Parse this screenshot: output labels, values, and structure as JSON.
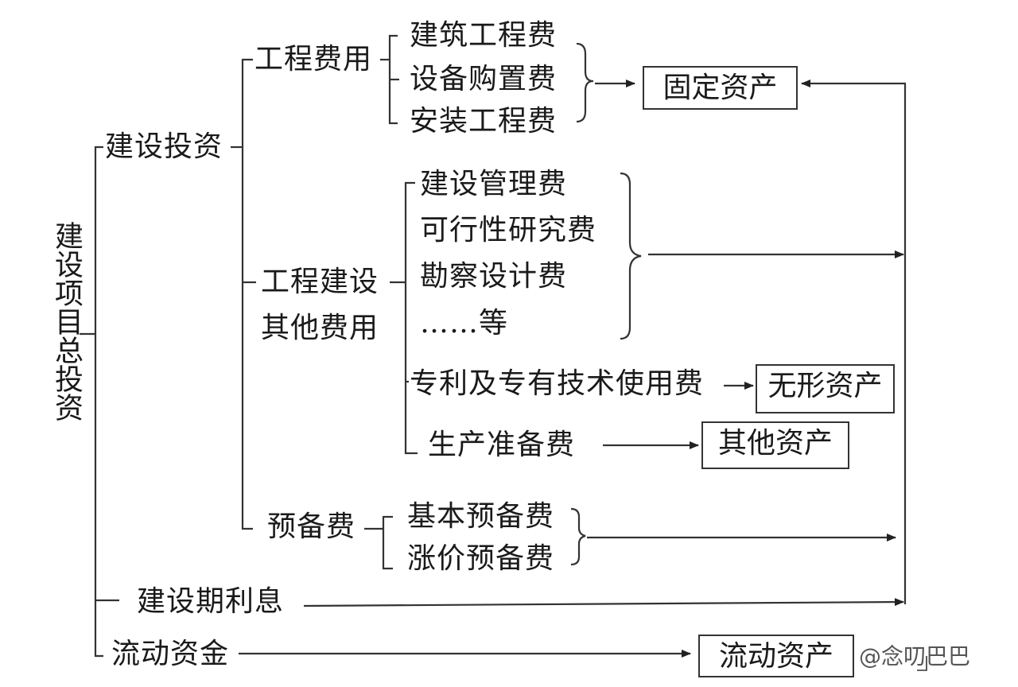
{
  "root": {
    "label": "建设项目总投资"
  },
  "level1": {
    "construction_investment": "建设投资",
    "interest_during_construction": "建设期利息",
    "working_capital": "流动资金"
  },
  "level2": {
    "engineering_cost": "工程费用",
    "other_cost_line1": "工程建设",
    "other_cost_line2": "其他费用",
    "reserve_cost": "预备费"
  },
  "level3": {
    "building_works": "建筑工程费",
    "equipment_purchase": "设备购置费",
    "installation_works": "安装工程费",
    "management_fee": "建设管理费",
    "feasibility_study": "可行性研究费",
    "survey_design": "勘察设计费",
    "etc": "……等",
    "patent_fee": "专利及专有技术使用费",
    "production_prep": "生产准备费",
    "basic_reserve": "基本预备费",
    "price_reserve": "涨价预备费"
  },
  "assets": {
    "fixed_assets": "固定资产",
    "intangible_assets": "无形资产",
    "other_assets": "其他资产",
    "current_assets": "流动资产"
  },
  "watermark": "@念叨巴巴"
}
